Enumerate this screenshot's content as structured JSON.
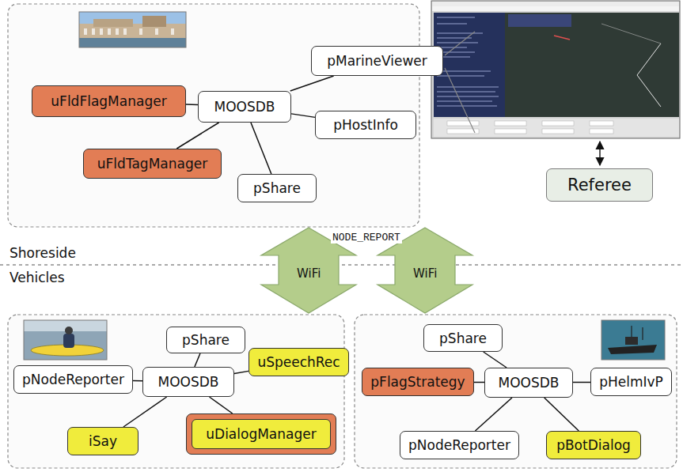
{
  "diagram": {
    "nodes": [
      {
        "text": [
          "pMarineViewer"
        ]
      },
      {
        "text": [
          "uFldFlagManager"
        ]
      },
      {
        "text": [
          "MOOSDB"
        ]
      },
      {
        "text": [
          "pHostInfo"
        ]
      },
      {
        "text": [
          "uFldTagManager"
        ]
      },
      {
        "text": [
          "pShare"
        ]
      },
      {
        "text": [
          "Referee"
        ]
      },
      {
        "text": [
          "pShare"
        ]
      },
      {
        "text": [
          "uSpeechRec"
        ]
      },
      {
        "text": [
          "pNodeReporter"
        ]
      },
      {
        "text": [
          "MOOSDB"
        ]
      },
      {
        "text": [
          "iSay"
        ]
      },
      {
        "text": [
          "uDialogManager"
        ]
      },
      {
        "text": [
          "pShare"
        ]
      },
      {
        "text": [
          "pFlagStrategy"
        ]
      },
      {
        "text": [
          "MOOSDB"
        ]
      },
      {
        "text": [
          "pHelmIvP"
        ]
      },
      {
        "text": [
          "pNodeReporter"
        ]
      },
      {
        "text": [
          "pBotDialog"
        ]
      }
    ],
    "edges": [
      {
        "from": 2,
        "to": 0,
        "arrow": "none"
      },
      {
        "from": 2,
        "to": 1,
        "arrow": "none"
      },
      {
        "from": 2,
        "to": 3,
        "arrow": "none"
      },
      {
        "from": 2,
        "to": 4,
        "arrow": "none"
      },
      {
        "from": 2,
        "to": 5,
        "arrow": "none"
      },
      {
        "from": 10,
        "to": 7,
        "arrow": "none"
      },
      {
        "from": 10,
        "to": 8,
        "arrow": "none"
      },
      {
        "from": 10,
        "to": 9,
        "arrow": "none"
      },
      {
        "from": 10,
        "to": 11,
        "arrow": "none"
      },
      {
        "from": 10,
        "to": 12,
        "arrow": "none"
      },
      {
        "from": 15,
        "to": 13,
        "arrow": "none"
      },
      {
        "from": 15,
        "to": 14,
        "arrow": "none"
      },
      {
        "from": 15,
        "to": 16,
        "arrow": "none"
      },
      {
        "from": 15,
        "to": 17,
        "arrow": "none"
      },
      {
        "from": 15,
        "to": 18,
        "arrow": "none"
      }
    ],
    "labels": [
      "NODE_REPORT",
      "WiFi",
      "WiFi",
      "Shoreside",
      "Vehicles"
    ]
  }
}
